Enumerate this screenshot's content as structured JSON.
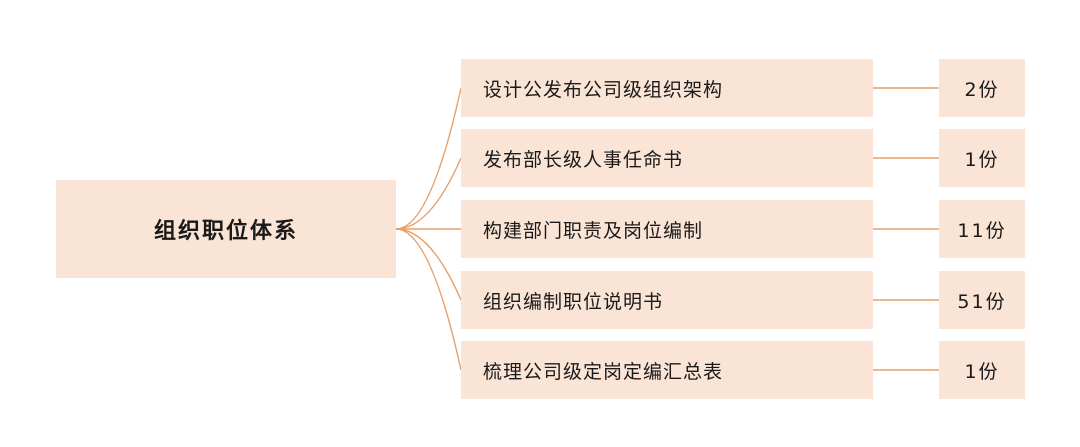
{
  "root": {
    "label": "组织职位体系"
  },
  "items": [
    {
      "label": "设计公发布公司级组织架构",
      "count": "2份"
    },
    {
      "label": "发布部长级人事任命书",
      "count": "1份"
    },
    {
      "label": "构建部门职责及岗位编制",
      "count": "11份"
    },
    {
      "label": "组织编制职位说明书",
      "count": "51份"
    },
    {
      "label": "梳理公司级定岗定编汇总表",
      "count": "1份"
    }
  ],
  "colors": {
    "box_fill": "#f9e4d6",
    "connector": "#e8a06a",
    "text": "#1a1a1a"
  }
}
